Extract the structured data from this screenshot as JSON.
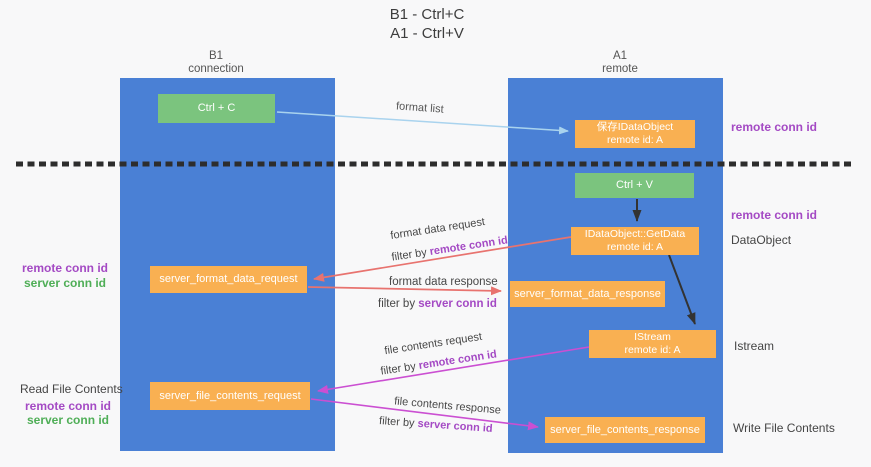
{
  "title": {
    "line1": "B1 - Ctrl+C",
    "line2": "A1 - Ctrl+V"
  },
  "columns": {
    "left": {
      "name": "B1",
      "role": "connection"
    },
    "right": {
      "name": "A1",
      "role": "remote"
    }
  },
  "nodes": {
    "ctrl_c": "Ctrl + C",
    "save_idataobject": {
      "line1": "保存IDataObject",
      "line2": "remote id: A"
    },
    "ctrl_v": "Ctrl + V",
    "getdata": {
      "line1": "IDataObject::GetData",
      "line2": "remote id: A"
    },
    "format_request": "server_format_data_request",
    "format_response": "server_format_data_response",
    "istream": {
      "line1": "IStream",
      "line2": "remote id: A"
    },
    "file_request": "server_file_contents_request",
    "file_response": "server_file_contents_response"
  },
  "labels": {
    "format_list": "format list",
    "format_data_request": "format data request",
    "filter_remote_1": {
      "prefix": "filter by",
      "key": "remote conn id"
    },
    "format_data_response": "format data response",
    "filter_server_1": {
      "prefix": "filter by",
      "key": "server conn id"
    },
    "file_contents_request": "file contents request",
    "filter_remote_2": {
      "prefix": "filter by",
      "key": "remote conn id"
    },
    "file_contents_response": "file contents response",
    "filter_server_2": {
      "prefix": "filter by",
      "key": "server conn id"
    }
  },
  "side_right": {
    "remote_conn_id_top": "remote conn id",
    "remote_conn_id_mid": "remote conn id",
    "dataobject": "DataObject",
    "istream": "Istream",
    "write_file_contents": "Write File Contents"
  },
  "side_left": {
    "remote_conn_id_mid": "remote conn id",
    "server_conn_id_mid": "server conn id",
    "read_file_contents": "Read File Contents",
    "remote_conn_id_bottom": "remote conn id",
    "server_conn_id_bottom": "server conn id"
  },
  "colors": {
    "column_blue": "#4a80d5",
    "node_green": "#7bc47e",
    "node_orange": "#f9b052",
    "arrow_blue": "#a9d3ee",
    "arrow_black": "#333333",
    "arrow_red": "#e8736f",
    "arrow_magenta": "#cb4fd2",
    "label_purple": "#a44ac4",
    "label_green": "#4fae57"
  }
}
